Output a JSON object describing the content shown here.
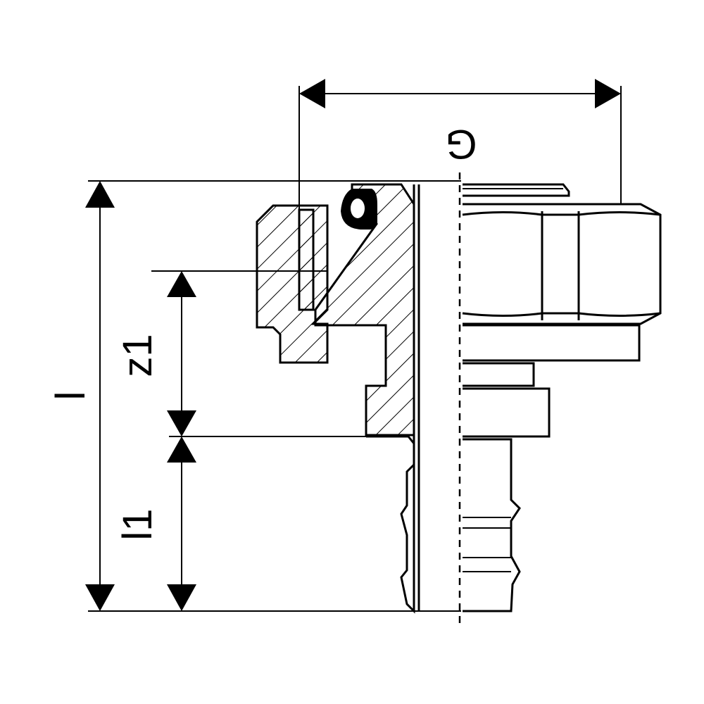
{
  "dimensions": {
    "thread_label": "G",
    "total_length_label": "l",
    "z1_label": "z1",
    "l1_label": "l1"
  },
  "colors": {
    "line": "#000000",
    "background": "#ffffff"
  },
  "hatch_angle_deg": 45
}
